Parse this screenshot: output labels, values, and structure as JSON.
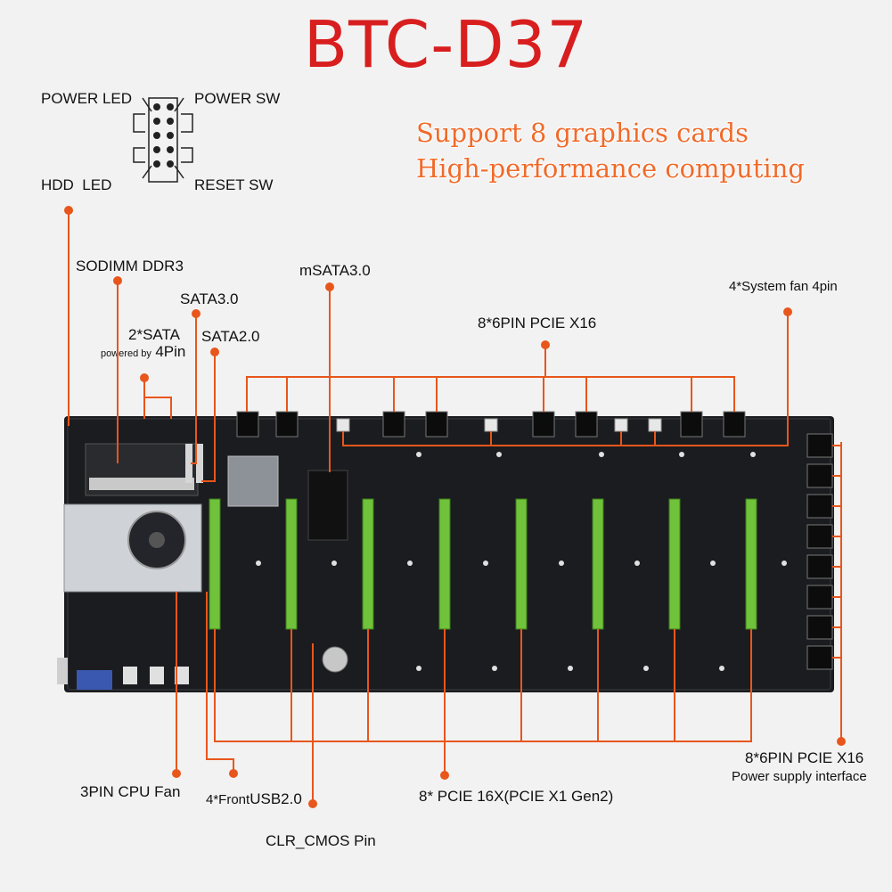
{
  "title": "BTC-D37",
  "promo": {
    "line1": "Support 8 graphics cards",
    "line2": "High-performance computing"
  },
  "front_panel": {
    "power_led": "POWER LED",
    "power_sw": "POWER SW",
    "hdd_led": "HDD  LED",
    "reset_sw": "RESET SW"
  },
  "labels": {
    "sodimm": "SODIMM DDR3",
    "msata": "mSATA3.0",
    "sata3": "SATA3.0",
    "sata2_count": "2*SATA",
    "sata2": "SATA2.0",
    "sata_power_prefix": "powered by",
    "sata_power_suffix": "4Pin",
    "pcie_top": "8*6PIN PCIE X16",
    "sys_fan": "4*System fan 4pin",
    "cpu_fan": "3PIN CPU Fan",
    "usb_prefix": "4*Front",
    "usb_suffix": "USB2.0",
    "pcie_slots": "8* PCIE 16X(PCIE X1 Gen2)",
    "clr_cmos": "CLR_CMOS Pin",
    "pcie_power_right": "8*6PIN PCIE X16",
    "power_interface": "Power supply interface"
  },
  "colors": {
    "title": "#d81e1e",
    "promo": "#f06a2a",
    "callout": "#e8561c",
    "board": "#1b1c1f",
    "slot": "#6fc23a"
  }
}
